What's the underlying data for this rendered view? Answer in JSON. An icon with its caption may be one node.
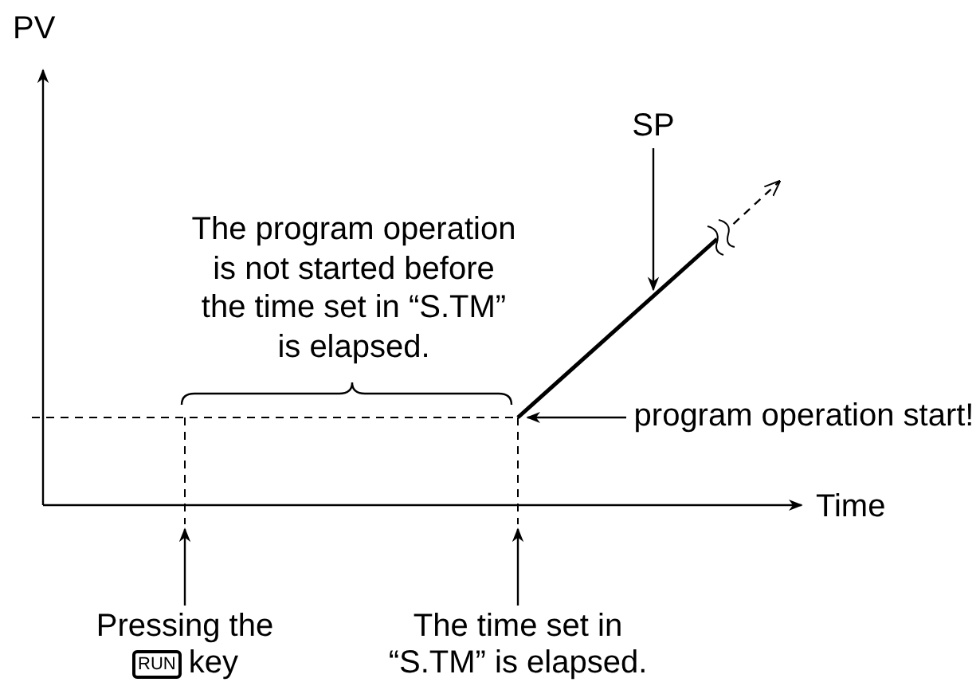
{
  "diagram": {
    "nodes": [
      {
        "text": [
          "SP"
        ]
      },
      {
        "text": [
          "program operation start!"
        ]
      },
      {
        "text": [
          "Pressing the",
          "RUN",
          "key"
        ]
      },
      {
        "text": [
          "The time set in “S.TM” is elapsed."
        ]
      },
      {
        "text": [],
        "shape": "line"
      }
    ],
    "edges": [
      {
        "from": 0,
        "to": 4,
        "arrow": "to"
      },
      {
        "from": 1,
        "to": 4,
        "arrow": "to"
      },
      {
        "from": 2,
        "to": null,
        "arrow": "to"
      },
      {
        "from": 3,
        "to": null,
        "arrow": "to"
      },
      {
        "from": 4,
        "to": null,
        "arrow": "to",
        "style": "dashed"
      }
    ],
    "labels": [
      "PV",
      "Time",
      "The program operation is not started before the time set in “S.TM” is elapsed."
    ]
  }
}
